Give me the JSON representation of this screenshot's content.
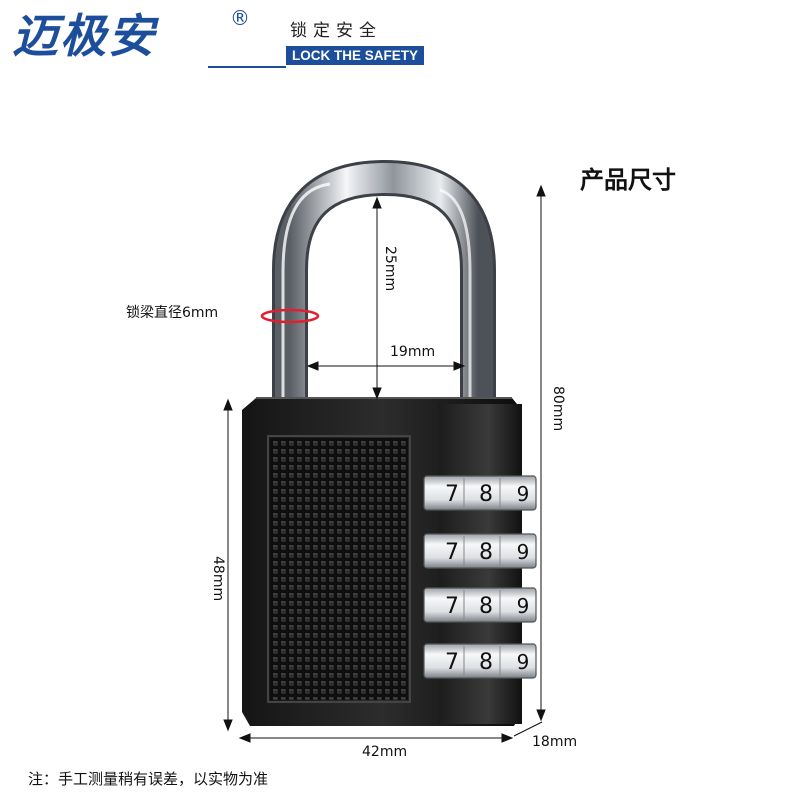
{
  "brand": {
    "name": "迈极安",
    "registered_mark": "®",
    "slogan_cn": "锁定安全",
    "slogan_en": "LOCK THE SAFETY"
  },
  "title": "产品尺寸",
  "dimensions": {
    "shackle_diameter": "锁梁直径6mm",
    "shackle_height": "25mm",
    "shackle_width": "19mm",
    "total_height": "80mm",
    "body_height": "48mm",
    "body_width": "42mm",
    "thickness": "18mm"
  },
  "dials": [
    {
      "digits": [
        "7",
        "8",
        "9"
      ]
    },
    {
      "digits": [
        "7",
        "8",
        "9"
      ]
    },
    {
      "digits": [
        "7",
        "8",
        "9"
      ]
    },
    {
      "digits": [
        "7",
        "8",
        "9"
      ]
    }
  ],
  "note": "注：手工测量稍有误差，以实物为准",
  "colors": {
    "brand_blue": "#1d4e9c",
    "marker_red": "#e02030"
  }
}
